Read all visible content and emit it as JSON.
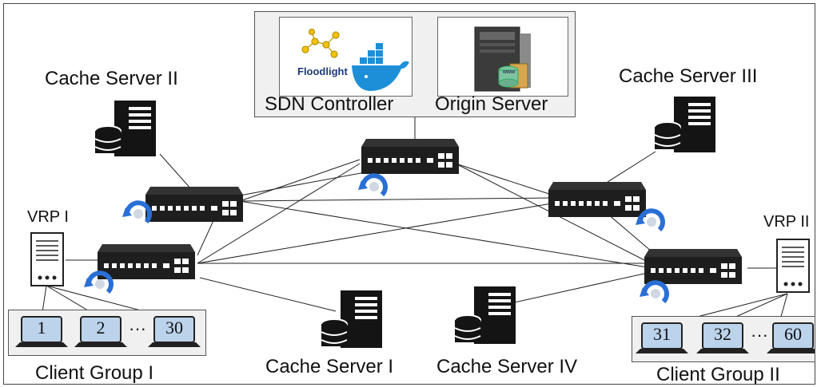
{
  "controller_box": {
    "sdn_controller_label": "SDN Controller",
    "origin_server_label": "Origin Server",
    "floodlight_logo_text": "Floodlight"
  },
  "cache_servers": {
    "cache1": "Cache Server I",
    "cache2": "Cache Server II",
    "cache3": "Cache Server III",
    "cache4": "Cache Server IV"
  },
  "vrps": {
    "vrp1": "VRP I",
    "vrp2": "VRP II"
  },
  "client_groups": {
    "group1": {
      "label": "Client Group I",
      "laptops": [
        "1",
        "2",
        "30"
      ],
      "ellipsis": "···"
    },
    "group2": {
      "label": "Client Group II",
      "laptops": [
        "31",
        "32",
        "60"
      ],
      "ellipsis": "···"
    }
  },
  "colors": {
    "switch_body": "#1e1e1e",
    "switch_port": "#ffffff",
    "sync_icon_blue": "#2a6fd6",
    "laptop_screen": "#bcd3ec",
    "docker_blue": "#1d8fd8",
    "panel_bg": "#f0f0f0"
  }
}
